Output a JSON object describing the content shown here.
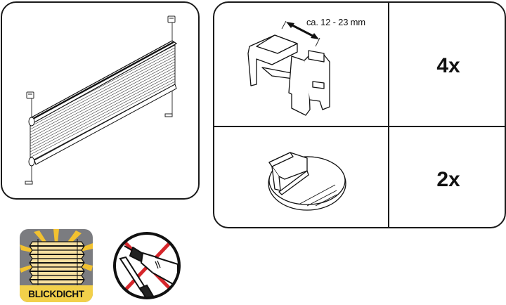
{
  "product_panel": {
    "illustration": "pleated-blind-with-clamp-brackets"
  },
  "parts_table": {
    "rows": [
      {
        "part": "clamp-bracket",
        "dimension_label": "ca. 12 - 23 mm",
        "quantity": "4x"
      },
      {
        "part": "adhesive-cord-holder",
        "quantity": "2x"
      }
    ]
  },
  "badges": {
    "opacity_badge": {
      "label": "BLICKDICHT",
      "colors": {
        "background": "#7b7c80",
        "label_bg": "#f2d04a",
        "fabric": "#f6dfa0",
        "rays": "#f2c230"
      }
    },
    "no_drilling_icon": {
      "meaning": "no-drilling-no-screwing",
      "colors": {
        "cross": "#d6262b",
        "outline": "#111111"
      }
    }
  }
}
